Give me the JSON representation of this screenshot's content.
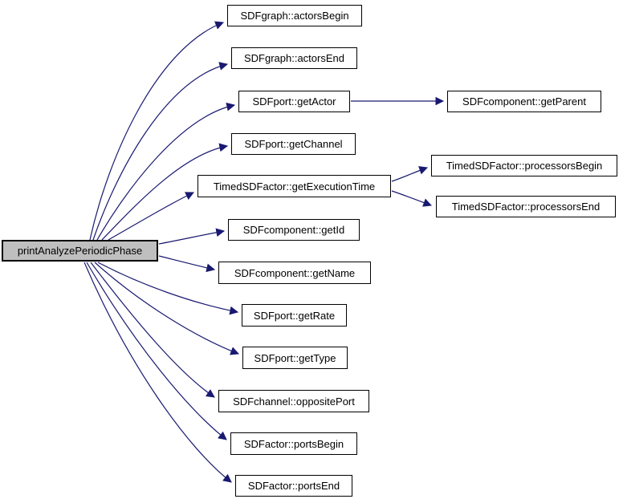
{
  "graph": {
    "root_label": "printAnalyzePeriodicPhase",
    "nodes": [
      {
        "id": "root",
        "label": "printAnalyzePeriodicPhase"
      },
      {
        "id": "actorsBegin",
        "label": "SDFgraph::actorsBegin"
      },
      {
        "id": "actorsEnd",
        "label": "SDFgraph::actorsEnd"
      },
      {
        "id": "getActor",
        "label": "SDFport::getActor"
      },
      {
        "id": "getChannel",
        "label": "SDFport::getChannel"
      },
      {
        "id": "getExecutionTime",
        "label": "TimedSDFactor::getExecutionTime"
      },
      {
        "id": "getId",
        "label": "SDFcomponent::getId"
      },
      {
        "id": "getName",
        "label": "SDFcomponent::getName"
      },
      {
        "id": "getRate",
        "label": "SDFport::getRate"
      },
      {
        "id": "getType",
        "label": "SDFport::getType"
      },
      {
        "id": "oppositePort",
        "label": "SDFchannel::oppositePort"
      },
      {
        "id": "portsBegin",
        "label": "SDFactor::portsBegin"
      },
      {
        "id": "portsEnd",
        "label": "SDFactor::portsEnd"
      },
      {
        "id": "getParent",
        "label": "SDFcomponent::getParent"
      },
      {
        "id": "processorsBegin",
        "label": "TimedSDFactor::processorsBegin"
      },
      {
        "id": "processorsEnd",
        "label": "TimedSDFactor::processorsEnd"
      }
    ],
    "edges": [
      {
        "from": "printAnalyzePeriodicPhase",
        "to": "SDFgraph::actorsBegin"
      },
      {
        "from": "printAnalyzePeriodicPhase",
        "to": "SDFgraph::actorsEnd"
      },
      {
        "from": "printAnalyzePeriodicPhase",
        "to": "SDFport::getActor"
      },
      {
        "from": "printAnalyzePeriodicPhase",
        "to": "SDFport::getChannel"
      },
      {
        "from": "printAnalyzePeriodicPhase",
        "to": "TimedSDFactor::getExecutionTime"
      },
      {
        "from": "printAnalyzePeriodicPhase",
        "to": "SDFcomponent::getId"
      },
      {
        "from": "printAnalyzePeriodicPhase",
        "to": "SDFcomponent::getName"
      },
      {
        "from": "printAnalyzePeriodicPhase",
        "to": "SDFport::getRate"
      },
      {
        "from": "printAnalyzePeriodicPhase",
        "to": "SDFport::getType"
      },
      {
        "from": "printAnalyzePeriodicPhase",
        "to": "SDFchannel::oppositePort"
      },
      {
        "from": "printAnalyzePeriodicPhase",
        "to": "SDFactor::portsBegin"
      },
      {
        "from": "printAnalyzePeriodicPhase",
        "to": "SDFactor::portsEnd"
      },
      {
        "from": "SDFport::getActor",
        "to": "SDFcomponent::getParent"
      },
      {
        "from": "TimedSDFactor::getExecutionTime",
        "to": "TimedSDFactor::processorsBegin"
      },
      {
        "from": "TimedSDFactor::getExecutionTime",
        "to": "TimedSDFactor::processorsEnd"
      }
    ],
    "colors": {
      "edge": "#191970",
      "root_fill": "#bfbfbf",
      "node_fill": "#ffffff",
      "node_border": "#000000",
      "text": "#000000",
      "background": "#ffffff"
    }
  }
}
